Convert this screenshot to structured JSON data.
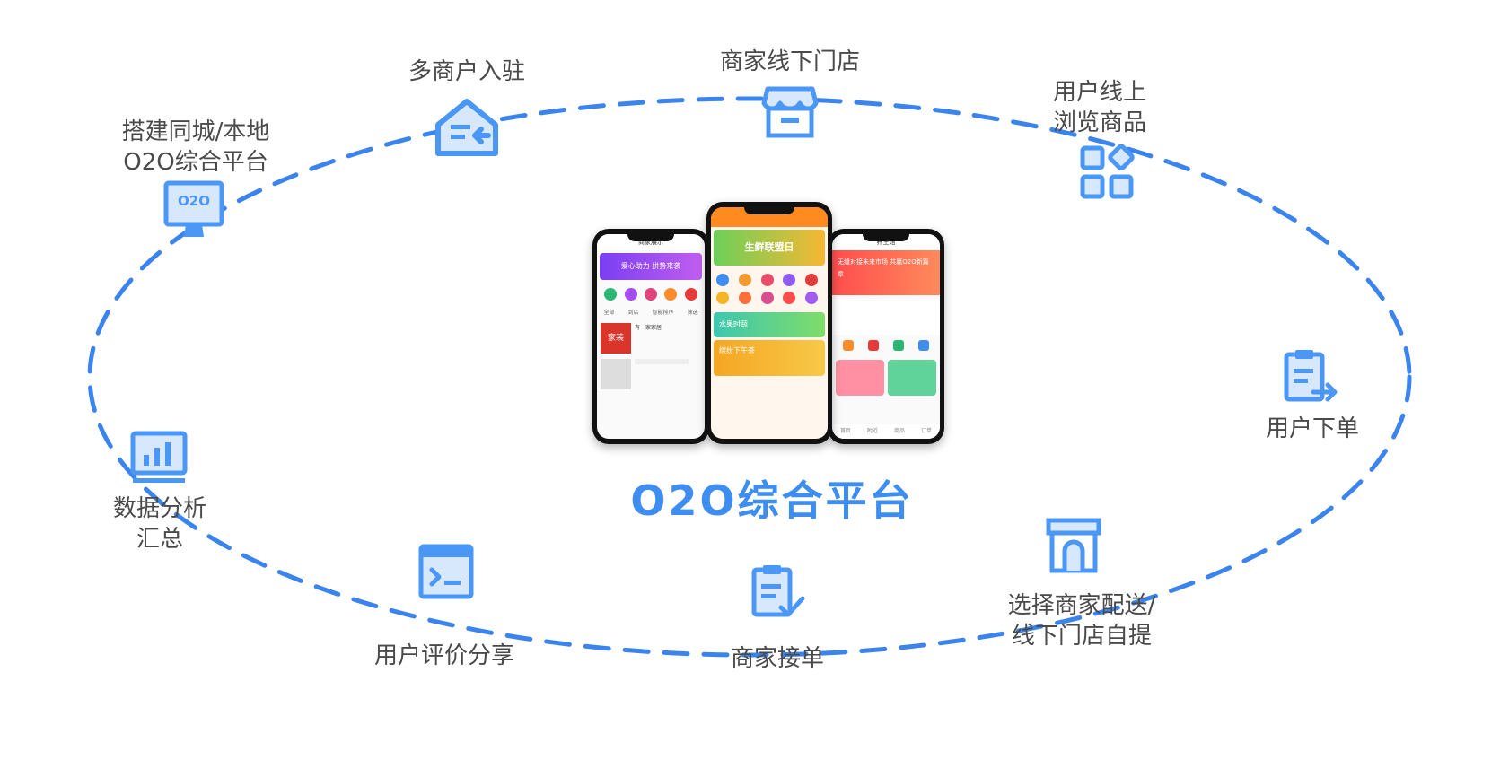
{
  "center_title": "O2O综合平台",
  "nodes": [
    {
      "id": "merchants",
      "label": "多商户入驻",
      "icon": "store-enter-icon"
    },
    {
      "id": "offline_store",
      "label": "商家线下门店",
      "icon": "storefront-icon"
    },
    {
      "id": "browse",
      "label": "用户线上\n浏览商品",
      "icon": "grid-apps-icon"
    },
    {
      "id": "order",
      "label": "用户下单",
      "icon": "order-export-icon"
    },
    {
      "id": "delivery",
      "label": "选择商家配送/\n线下门店自提",
      "icon": "shop-door-icon"
    },
    {
      "id": "accept",
      "label": "商家接单",
      "icon": "clipboard-check-icon"
    },
    {
      "id": "review",
      "label": "用户评价分享",
      "icon": "window-terminal-icon"
    },
    {
      "id": "analytics",
      "label": "数据分析\n汇总",
      "icon": "bar-chart-icon"
    },
    {
      "id": "platform",
      "label": "搭建同城/本地\nO2O综合平台",
      "icon": "monitor-o2o-icon"
    }
  ],
  "monitor_text": "O2O",
  "phone_screens": {
    "left": {
      "header": "商家展示",
      "banner": "爱心助力 拼势来袭",
      "store_name": "家装",
      "list_title": "有一家家居",
      "tabs": [
        "全部",
        "到店",
        "智能排序",
        "筛选"
      ]
    },
    "middle": {
      "banner": "生鲜联盟日",
      "card1": "水果时蔬",
      "card2": "缤纷下午茶"
    },
    "right": {
      "header": "养生馆",
      "banner": "无缝对接未来市场 共赢O2O新篇章",
      "tabs": [
        "首页",
        "附近",
        "商品",
        "订单"
      ]
    }
  },
  "colors": {
    "accent": "#3d8ef0",
    "icon_fill": "#4a97f5",
    "icon_light": "#d7e8fd",
    "line": "#3b84ee",
    "label": "#4a4a4a"
  }
}
